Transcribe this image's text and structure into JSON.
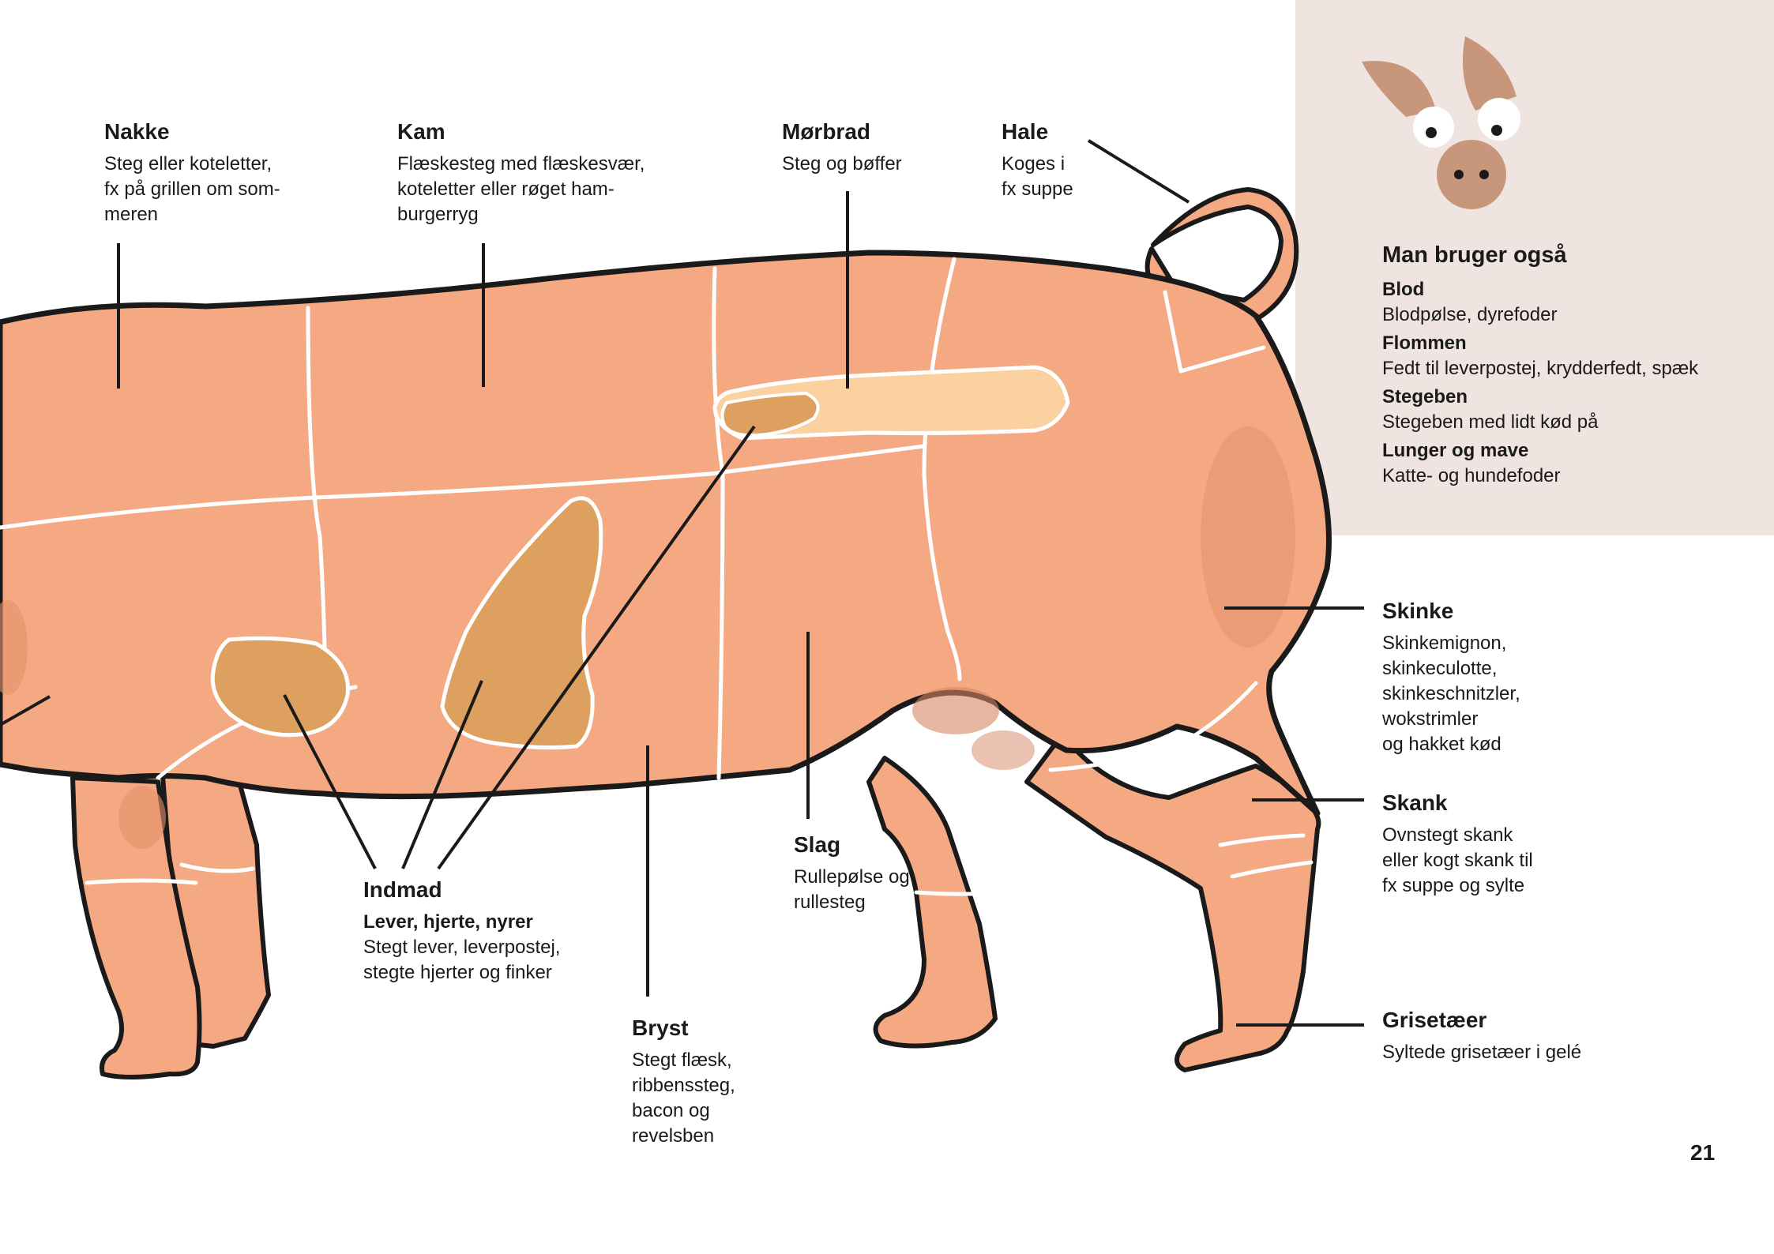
{
  "cuts": {
    "nakke": {
      "title": "Nakke",
      "desc": "Steg eller koteletter,\nfx på grillen om som-\nmeren"
    },
    "kam": {
      "title": "Kam",
      "desc": "Flæskesteg med flæskesvær,\nkoteletter eller røget ham-\nburgerryg"
    },
    "morbrad": {
      "title": "Mørbrad",
      "desc": "Steg og bøffer"
    },
    "hale": {
      "title": "Hale",
      "desc": "Koges i\nfx suppe"
    },
    "skinke": {
      "title": "Skinke",
      "desc": "Skinkemignon,\nskinkeculotte,\nskinkeschnitzler,\nwokstrimler\nog hakket kød"
    },
    "skank": {
      "title": "Skank",
      "desc": "Ovnstegt skank\neller kogt skank til\nfx suppe og sylte"
    },
    "grisetaeer": {
      "title": "Grisetæer",
      "desc": "Syltede grisetæer i gelé"
    },
    "slag": {
      "title": "Slag",
      "desc": "Rullepølse og\nrullesteg"
    },
    "bryst": {
      "title": "Bryst",
      "desc": "Stegt flæsk,\nribbenssteg,\nbacon og\nrevelsben"
    },
    "indmad": {
      "title": "Indmad",
      "subtitle": "Lever, hjerte, nyrer",
      "desc": "Stegt lever, leverpostej,\nstegte hjerter og finker"
    }
  },
  "also_used": {
    "title": "Man bruger også",
    "items": [
      {
        "name": "Blod",
        "desc": "Blodpølse, dyrefoder"
      },
      {
        "name": "Flommen",
        "desc": "Fedt til leverpostej, krydderfedt, spæk"
      },
      {
        "name": "Stegeben",
        "desc": "Stegeben med lidt kød på"
      },
      {
        "name": "Lunger og mave",
        "desc": "Katte- og hundefoder"
      }
    ]
  },
  "page_number": "21",
  "colors": {
    "pig_body": "#f5a983",
    "organs": "#dda05e",
    "tenderloin": "#fbd1a0",
    "panel_bg": "#efe4df",
    "pig_face": "#c8967a"
  }
}
